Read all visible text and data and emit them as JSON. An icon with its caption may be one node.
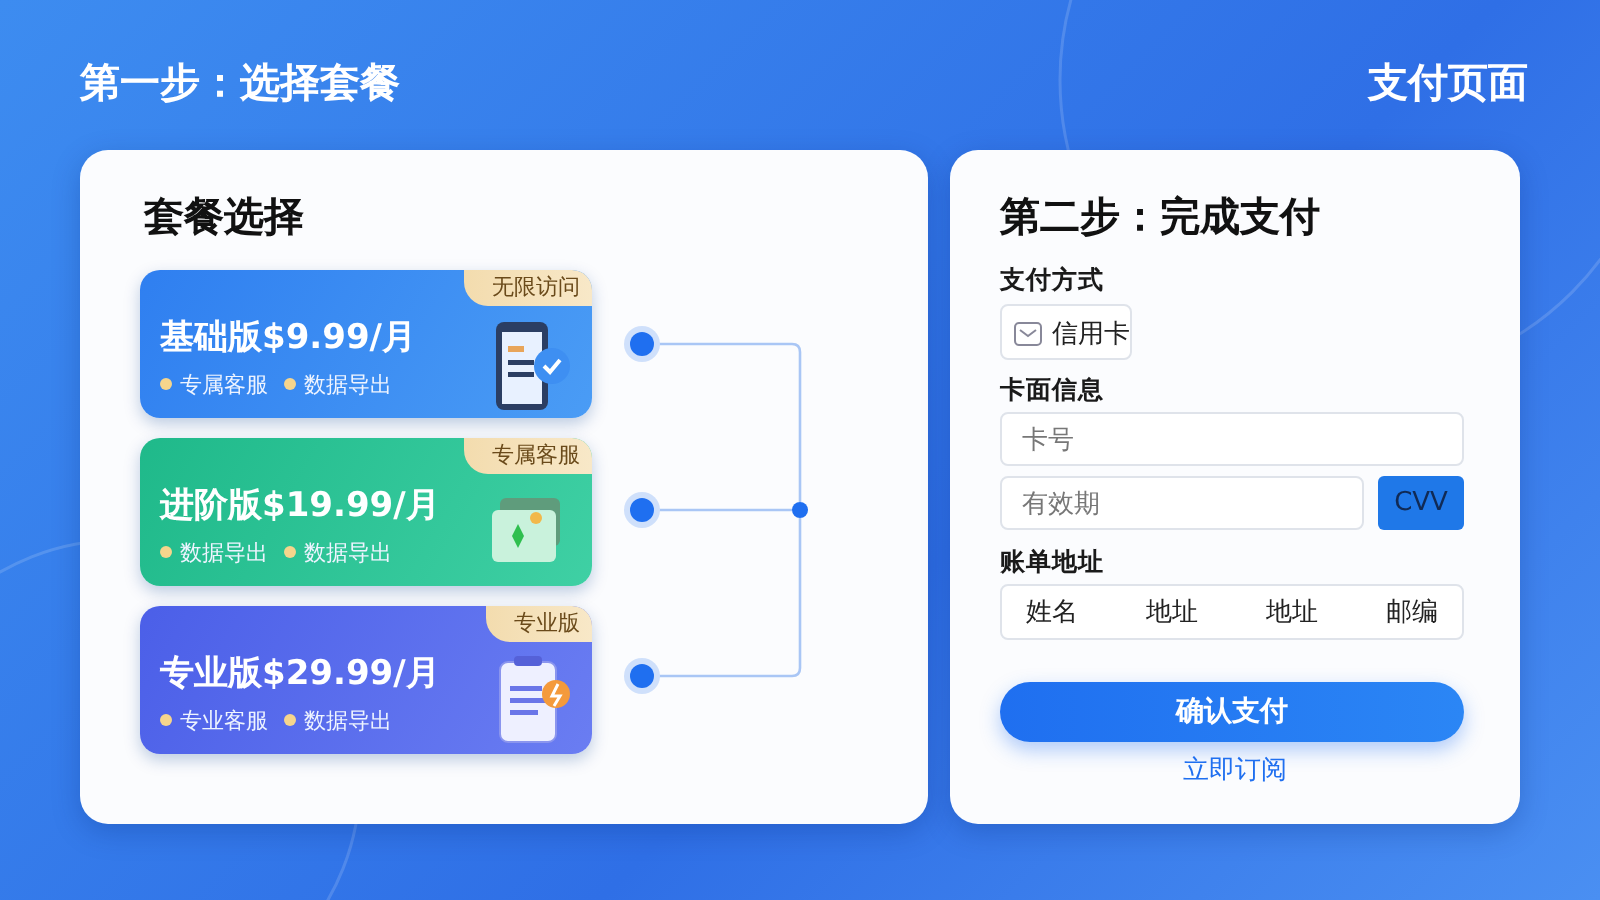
{
  "diagram": {
    "title": "第一步：选择套餐",
    "nodes": [
      {
        "text": [
          "套餐选择"
        ]
      },
      {
        "text": [
          "无限访问",
          "基础版$9.99/月",
          "专属客服",
          "数据导出"
        ],
        "in": 0
      },
      {
        "text": [
          "专属客服",
          "进阶版$19.99/月",
          "数据导出",
          "数据导出"
        ],
        "in": 0
      },
      {
        "text": [
          "专业版",
          "专业版$29.99/月",
          "专业客服",
          "数据导出"
        ],
        "in": 0
      },
      {
        "text": [],
        "shape": "circle",
        "in": 0
      },
      {
        "text": [],
        "shape": "circle",
        "in": 0
      },
      {
        "text": [],
        "shape": "circle",
        "in": 0
      },
      {
        "text": [],
        "shape": "circle",
        "in": 0
      },
      {
        "text": [
          "第二步：完成支付"
        ]
      },
      {
        "text": [
          "信用卡"
        ],
        "in": 8
      },
      {
        "text": [
          "卡号"
        ],
        "in": 8
      },
      {
        "text": [
          "有效期"
        ],
        "in": 8
      },
      {
        "text": [
          "CVV"
        ],
        "in": 8
      },
      {
        "text": [
          "姓名",
          "地址",
          "地址",
          "邮编"
        ],
        "in": 8
      },
      {
        "text": [
          "确认支付"
        ],
        "in": 8
      }
    ],
    "edges": [
      {
        "from": 4,
        "to": 7,
        "arrow": "none"
      },
      {
        "from": 5,
        "to": 7,
        "arrow": "none"
      },
      {
        "from": 6,
        "to": 7,
        "arrow": "none"
      }
    ],
    "labels": [
      "支付页面",
      "支付方式",
      "卡面信息",
      "账单地址",
      "立即订阅"
    ]
  }
}
